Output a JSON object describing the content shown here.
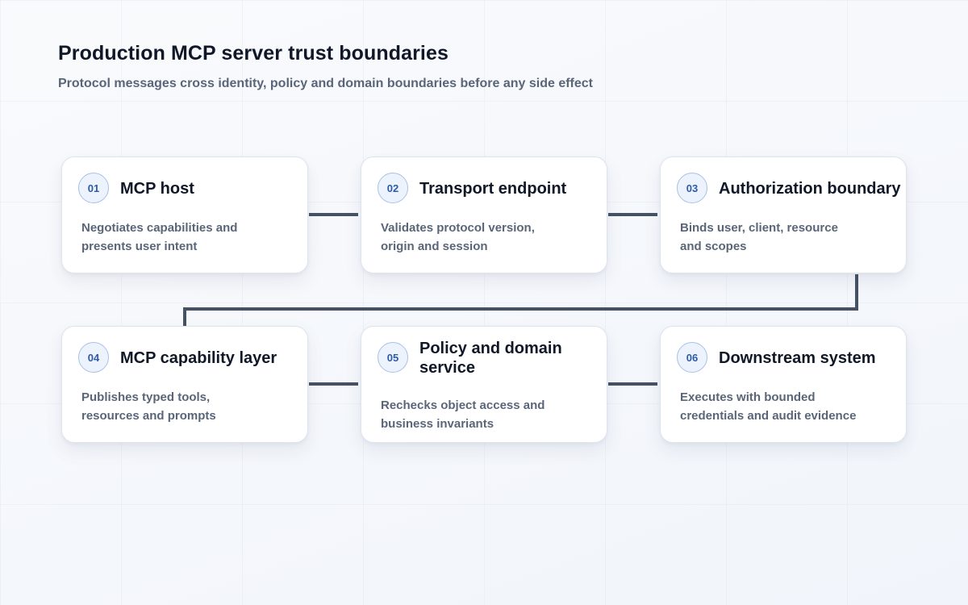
{
  "header": {
    "title": "Production MCP server trust boundaries",
    "subtitle": "Protocol messages cross identity, policy and domain boundaries before any side effect"
  },
  "colors": {
    "connector": "#465264",
    "badge_text": "#2e5aa7",
    "badge_fill": "#edf3fd",
    "title_text": "#101828",
    "body_text": "#5a6678"
  },
  "steps": [
    {
      "number": "01",
      "title": "MCP host",
      "description": "Negotiates capabilities and\npresents user intent"
    },
    {
      "number": "02",
      "title": "Transport endpoint",
      "description": "Validates protocol version,\norigin and session"
    },
    {
      "number": "03",
      "title": "Authorization boundary",
      "description": "Binds user, client, resource\nand scopes"
    },
    {
      "number": "04",
      "title": "MCP capability layer",
      "description": "Publishes typed tools,\nresources and prompts"
    },
    {
      "number": "05",
      "title": "Policy and domain\nservice",
      "description": "Rechecks object access and\nbusiness invariants"
    },
    {
      "number": "06",
      "title": "Downstream system",
      "description": "Executes with bounded\ncredentials and audit evidence"
    }
  ],
  "flow": [
    "01-02",
    "02-03",
    "03-04",
    "04-05",
    "05-06"
  ]
}
